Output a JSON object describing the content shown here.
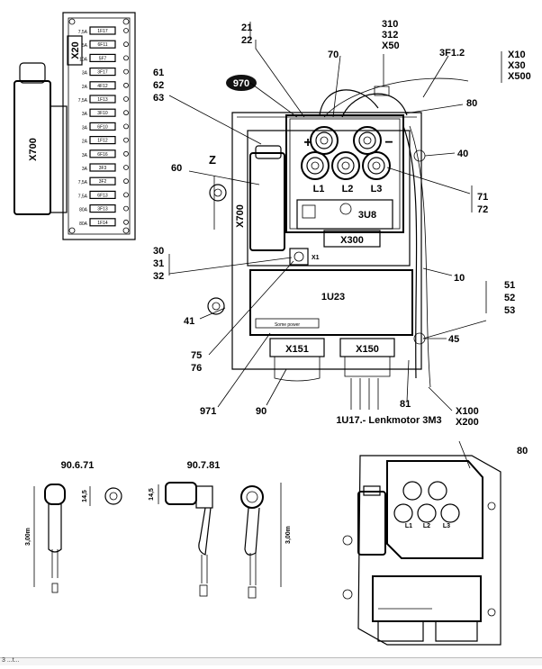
{
  "labels": {
    "x20": "X20",
    "x700_side": "X700",
    "x700_main": "X700",
    "z": "Z",
    "l1": "L1",
    "l2": "L2",
    "l3": "L3",
    "plus": "+",
    "minus": "−",
    "u8": "3U8",
    "x300": "X300",
    "x1": "X1",
    "u23": "1U23",
    "x151": "X151",
    "x150": "X150",
    "brand": "Some power",
    "motor": "1U17.- Lenkmotor 3M3",
    "c970": "970",
    "dim_145_a": "14,5",
    "dim_145_b": "14,5",
    "dim_300_a": "3,00m",
    "dim_300_b": "3,00m",
    "fig_90671": "90.6.71",
    "fig_90781": "90.7.81",
    "footer": "3 ...t..."
  },
  "callouts": {
    "c21": "21",
    "c22": "22",
    "c310": "310",
    "c312": "312",
    "cX50": "X50",
    "c70": "70",
    "c3f12": "3F1.2",
    "cX10": "X10",
    "cX30": "X30",
    "cX500": "X500",
    "c61": "61",
    "c62": "62",
    "c63": "63",
    "c80": "80",
    "c40": "40",
    "c60": "60",
    "c71": "71",
    "c72": "72",
    "c30": "30",
    "c31": "31",
    "c32": "32",
    "c10": "10",
    "c51": "51",
    "c52": "52",
    "c53": "53",
    "c41": "41",
    "c45": "45",
    "c75": "75",
    "c76": "76",
    "c971": "971",
    "c90": "90",
    "c81": "81",
    "cX100": "X100",
    "cX200": "X200",
    "c80b": "80"
  },
  "fuses": [
    {
      "rating": "7,5A",
      "code": "1F17"
    },
    {
      "rating": "5A",
      "code": "6F11"
    },
    {
      "rating": "10A",
      "code": "5F7"
    },
    {
      "rating": "3A",
      "code": "3F17"
    },
    {
      "rating": "2A",
      "code": "4F12"
    },
    {
      "rating": "7,5A",
      "code": "1F13"
    },
    {
      "rating": "3A",
      "code": "3F10"
    },
    {
      "rating": "3A",
      "code": "6F10"
    },
    {
      "rating": "2A",
      "code": "1F12"
    },
    {
      "rating": "3A",
      "code": "6F16"
    },
    {
      "rating": "3A",
      "code": "3F3"
    },
    {
      "rating": "7,5A",
      "code": "3F2"
    },
    {
      "rating": "7,5A",
      "code": "6F13"
    },
    {
      "rating": "80A",
      "code": "3F13"
    },
    {
      "rating": "80A",
      "code": "1F14"
    }
  ]
}
